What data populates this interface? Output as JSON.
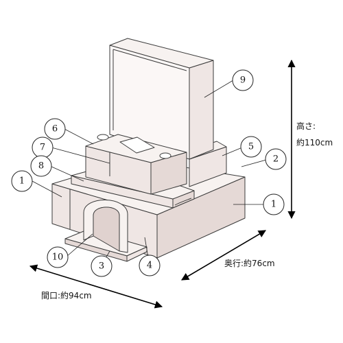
{
  "dimensions": {
    "height": "高さ:\n約110cm",
    "depth": "奥行:約76cm",
    "width": "間口:約94cm"
  },
  "callouts": [
    "1",
    "2",
    "3",
    "4",
    "5",
    "6",
    "7",
    "8",
    "9",
    "10",
    "1"
  ],
  "colors": {
    "stone_light": "#f7f2f0",
    "stone_mid": "#efe6e4",
    "stone_dark": "#e5d9d6",
    "outline": "#3a3a3a"
  }
}
